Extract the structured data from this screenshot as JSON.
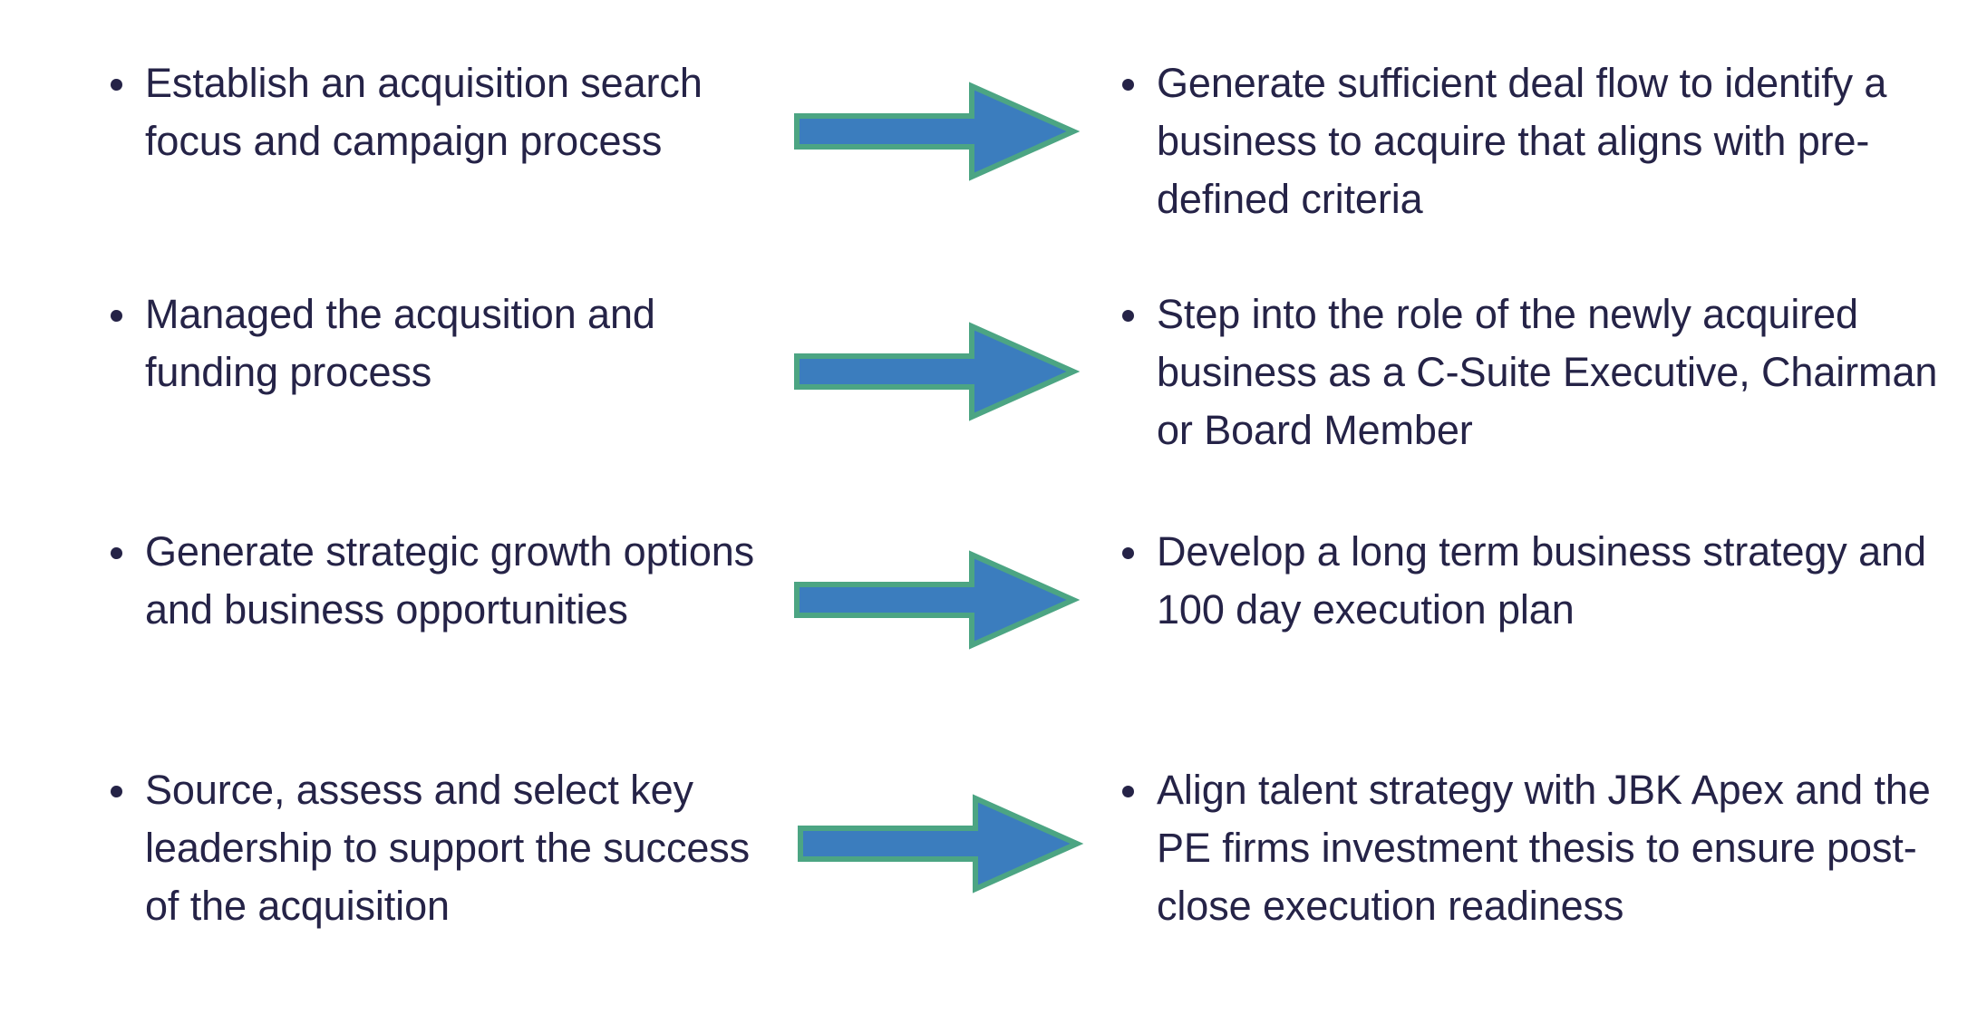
{
  "slide": {
    "background_color": "#ffffff",
    "text_color": "#252347",
    "arrow_fill_color": "#3B7DBE",
    "arrow_outline_color": "#4CA583",
    "bullet_glyph": "•"
  },
  "rows": [
    {
      "left": {
        "text": "Establish an acquisition search focus and campaign process"
      },
      "arrow": {
        "name": "right-arrow-icon",
        "direction": "right"
      },
      "right": {
        "text": "Generate sufficient deal flow to identify a business to acquire that aligns with pre-defined criteria"
      }
    },
    {
      "left": {
        "text": "Managed the acqusition and funding process"
      },
      "arrow": {
        "name": "right-arrow-icon",
        "direction": "right"
      },
      "right": {
        "text": "Step into the role of the newly acquired business as a C-Suite Executive, Chairman or Board Member"
      }
    },
    {
      "left": {
        "text": "Generate strategic growth options and business opportunities"
      },
      "arrow": {
        "name": "right-arrow-icon",
        "direction": "right"
      },
      "right": {
        "text": "Develop a long term business strategy and 100 day execution plan"
      }
    },
    {
      "left": {
        "text": "Source, assess and select key leadership to support the success of the acquisition"
      },
      "arrow": {
        "name": "right-arrow-icon",
        "direction": "right"
      },
      "right": {
        "text": "Align talent strategy with JBK Apex and the PE firms investment thesis to ensure post-close execution readiness"
      }
    }
  ]
}
